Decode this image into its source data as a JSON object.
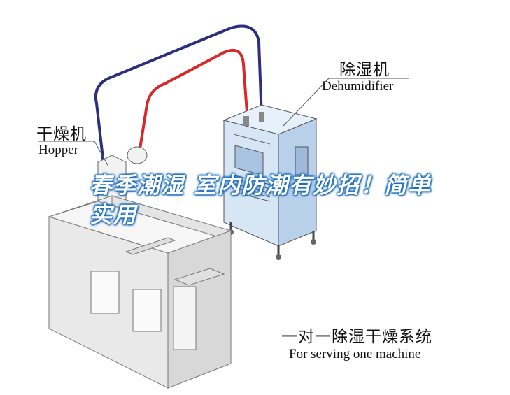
{
  "labels": {
    "dehumidifier_cn": "除湿机",
    "dehumidifier_en": "Dehumidifier",
    "hopper_cn": "干燥机",
    "hopper_en": "Hopper",
    "system_cn": "一对一除湿干燥系统",
    "system_en": "For serving one machine"
  },
  "headline": "春季潮湿 室内防潮有妙招！简单实用",
  "colors": {
    "pipe_blue": "#2b2f7e",
    "pipe_red": "#d9282a",
    "dehumidifier_body": "#c9dcf0",
    "headline_glow": "#1b6fc0"
  }
}
